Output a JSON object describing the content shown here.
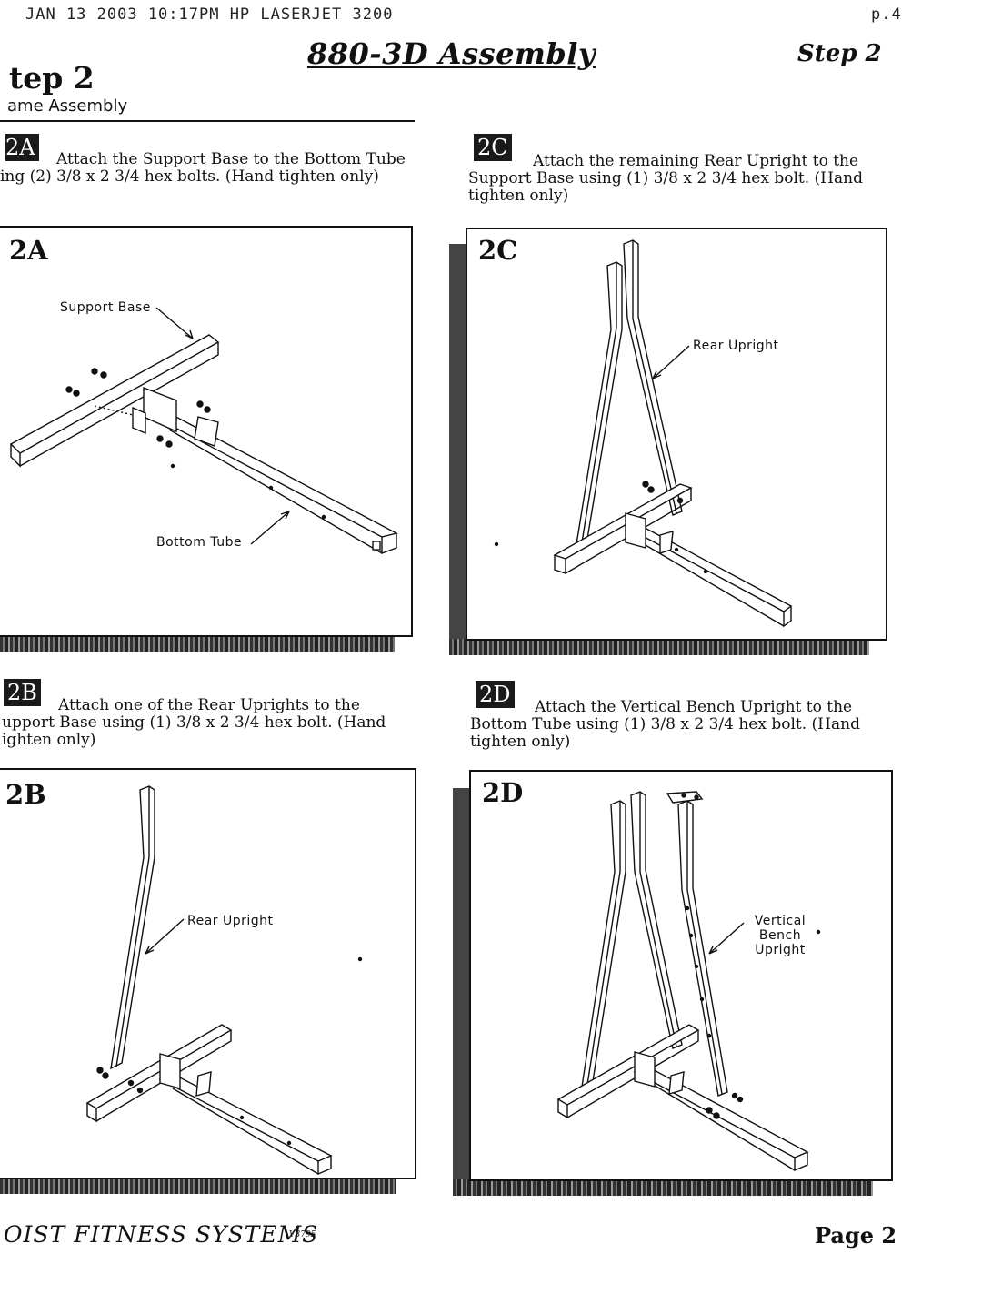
{
  "fax_header": {
    "left": "JAN 13 2003 10:17PM  HP LASERJET 3200",
    "page": "p.4"
  },
  "title": "880-3D Assembly",
  "step_right": "Step 2",
  "step_left": "tep 2",
  "section_subtitle": "ame Assembly",
  "steps": [
    {
      "badge": "2A",
      "text_line1": "Attach the Support Base to the Bottom Tube",
      "text_rest": "ing (2) 3/8 x 2 3/4 hex bolts. (Hand tighten only)",
      "panel_label": "2A",
      "callouts": [
        "Support Base",
        "Bottom Tube"
      ]
    },
    {
      "badge": "2C",
      "text_line1": "Attach the remaining Rear Upright to the",
      "text_rest": "Support Base using (1) 3/8 x 2 3/4 hex bolt. (Hand tighten only)",
      "panel_label": "2C",
      "callouts": [
        "Rear Upright"
      ]
    },
    {
      "badge": "2B",
      "text_line1": "Attach one of the Rear Uprights to the",
      "text_rest": "upport Base using (1) 3/8 x 2 3/4 hex bolt. (Hand ighten only)",
      "panel_label": "2B",
      "callouts": [
        "Rear Upright"
      ]
    },
    {
      "badge": "2D",
      "text_line1": "Attach the Vertical Bench Upright to the",
      "text_rest": "Bottom Tube using (1) 3/8 x 2 3/4 hex bolt. (Hand tighten only)",
      "panel_label": "2D",
      "callouts": [
        "Vertical Bench Upright"
      ]
    }
  ],
  "footer": {
    "company": "OIST FITNESS SYSTEMS",
    "code": "V3795",
    "page": "Page 2"
  }
}
